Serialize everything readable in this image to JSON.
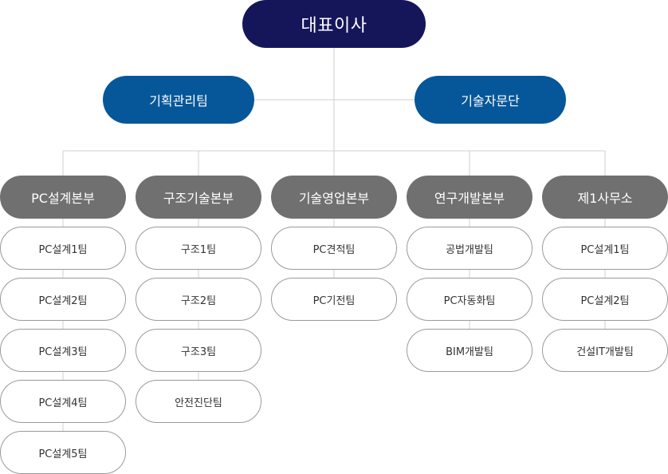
{
  "ceo": "대표이사",
  "staff": [
    "기획관리팀",
    "기술자문단"
  ],
  "divisions": [
    {
      "name": "PC설계본부",
      "teams": [
        "PC설계1팀",
        "PC설계2팀",
        "PC설계3팀",
        "PC설계4팀",
        "PC설계5팀"
      ]
    },
    {
      "name": "구조기술본부",
      "teams": [
        "구조1팀",
        "구조2팀",
        "구조3팀",
        "안전진단팀"
      ]
    },
    {
      "name": "기술영업본부",
      "teams": [
        "PC견적팀",
        "PC기전팀"
      ]
    },
    {
      "name": "연구개발본부",
      "teams": [
        "공법개발팀",
        "PC자동화팀",
        "BIM개발팀"
      ]
    },
    {
      "name": "제1사무소",
      "teams": [
        "PC설계1팀",
        "PC설계2팀",
        "건설IT개발팀"
      ]
    }
  ]
}
